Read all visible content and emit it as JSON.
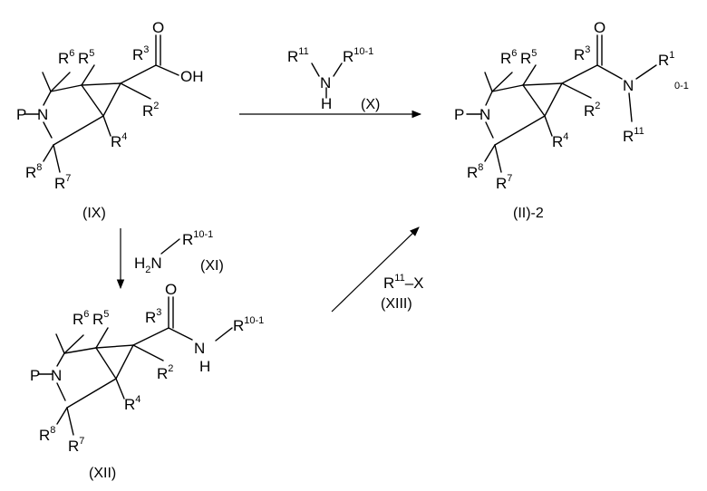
{
  "atoms": {
    "R": "R",
    "N": "N",
    "H": "H",
    "O": "O",
    "OH": "OH",
    "P": "P",
    "X": "X",
    "dash": "–"
  },
  "numbers": {
    "n1": "1",
    "n2": "2",
    "n3": "3",
    "n4": "4",
    "n5": "5",
    "n6": "6",
    "n7": "7",
    "n8": "8",
    "n11": "11",
    "n10_1": "10-1",
    "n0_1": "0-1"
  },
  "compounds": {
    "IX": "(IX)",
    "X": "(X)",
    "XI": "(XI)",
    "XII": "(XII)",
    "XIII": "(XIII)",
    "II2": "(II)-2"
  }
}
